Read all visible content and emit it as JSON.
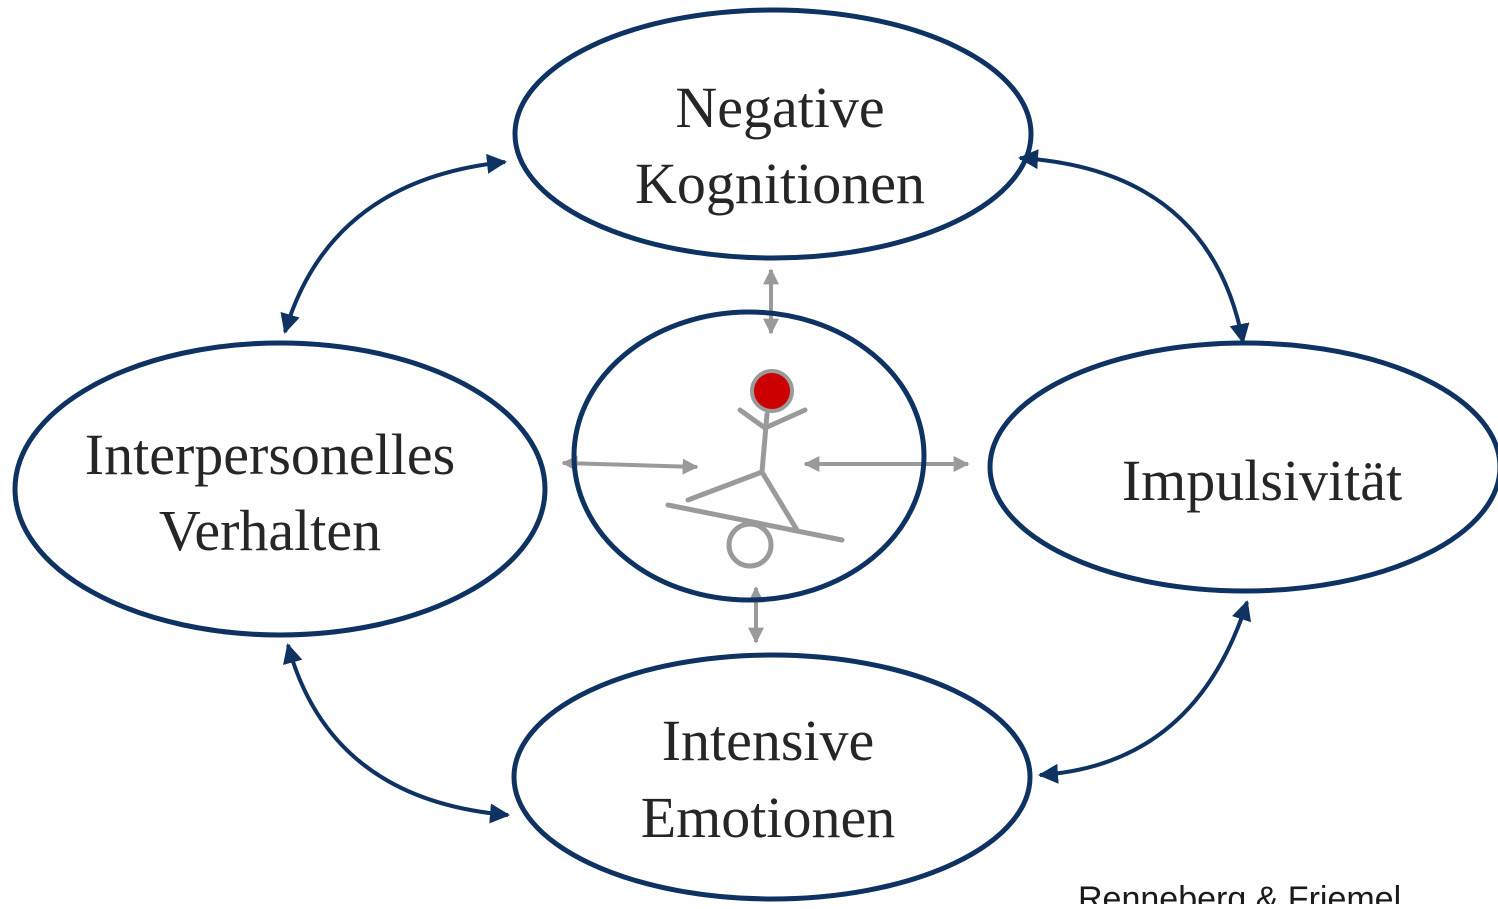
{
  "nodes": {
    "top": {
      "line1": "Negative",
      "line2": "Kognitionen"
    },
    "left": {
      "line1": "Interpersonelles",
      "line2": "Verhalten"
    },
    "right": {
      "line1": "Impulsivität"
    },
    "bottom": {
      "line1": "Intensive",
      "line2": "Emotionen"
    }
  },
  "center": {
    "figure": "balancing-stick-figure-icon"
  },
  "credit": "Renneberg & Friemel,",
  "colors": {
    "ellipse_stroke": "#0e3262",
    "outer_arrows": "#0e3262",
    "inner_arrows": "#9a9a9a",
    "figure": "#9a9a9a",
    "head_fill": "#cc0000",
    "text": "#262626"
  }
}
